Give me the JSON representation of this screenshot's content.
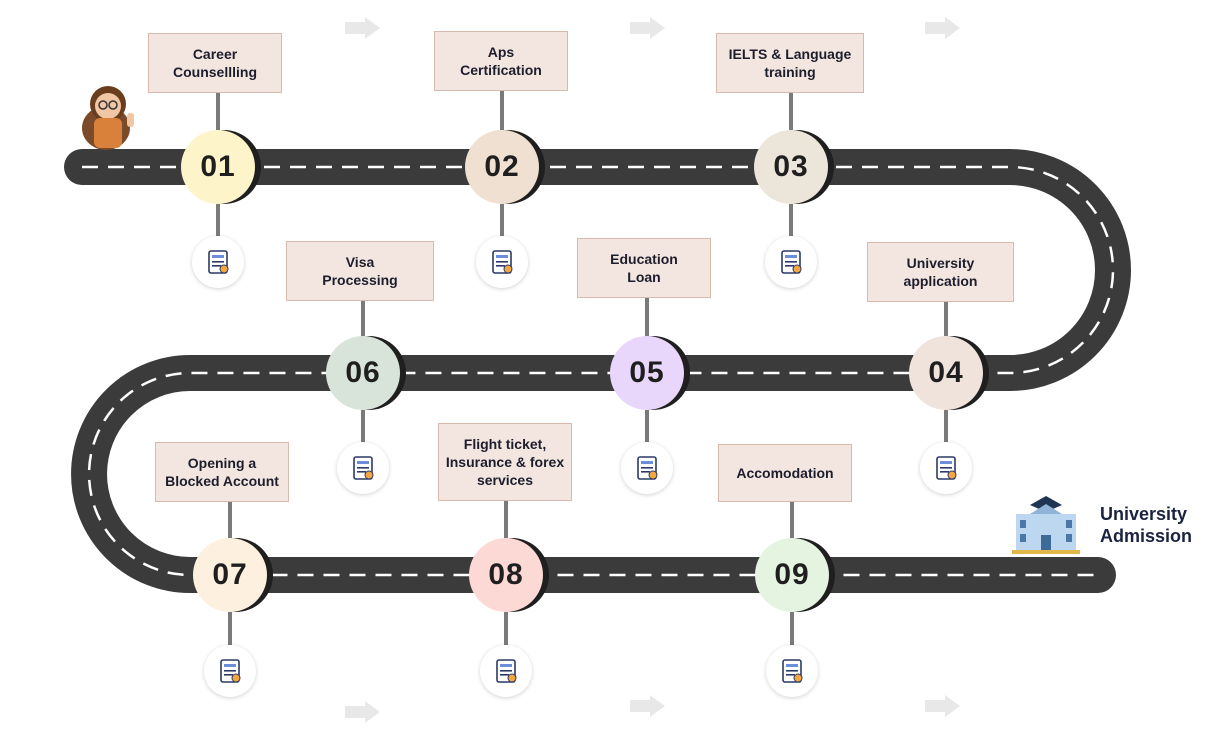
{
  "steps": [
    {
      "number": "01",
      "label": "Career\nCounsellling",
      "icon": "growth-chart-briefcase-icon",
      "color": "#fdf4c9"
    },
    {
      "number": "02",
      "label": "Aps\nCertification",
      "icon": "certificate-icon",
      "color": "#efe0d1"
    },
    {
      "number": "03",
      "label": "IELTS & Language\ntraining",
      "icon": "online-class-laptop-icon",
      "color": "#ece6da"
    },
    {
      "number": "04",
      "label": "University\napplication",
      "icon": "application-document-icon",
      "color": "#efe3dc"
    },
    {
      "number": "05",
      "label": "Education\nLoan",
      "icon": "loan-document-icon",
      "color": "#e9d6fb"
    },
    {
      "number": "06",
      "label": "Visa\nProcessing",
      "icon": "visa-document-icon",
      "color": "#d8e4da"
    },
    {
      "number": "07",
      "label": "Opening a\nBlocked Account",
      "icon": "bank-document-icon",
      "color": "#fdf0de"
    },
    {
      "number": "08",
      "label": "Flight ticket,\nInsurance & forex\nservices",
      "icon": "insurance-shield-document-icon",
      "color": "#fcd9d5"
    },
    {
      "number": "09",
      "label": "Accomodation",
      "icon": "building-accommodation-icon",
      "color": "#e5f4e1"
    }
  ],
  "finish": {
    "label": "University\nAdmission",
    "icon": "university-building-icon"
  },
  "start": {
    "icon": "student-character-icon"
  },
  "colors": {
    "road": "#3b3b3b",
    "road_edge": "#2a2a2a",
    "dash": "#ffffff",
    "stem": "#7a7a7a",
    "box_fill": "#f3e6e1",
    "box_border": "#d9b9ae"
  }
}
